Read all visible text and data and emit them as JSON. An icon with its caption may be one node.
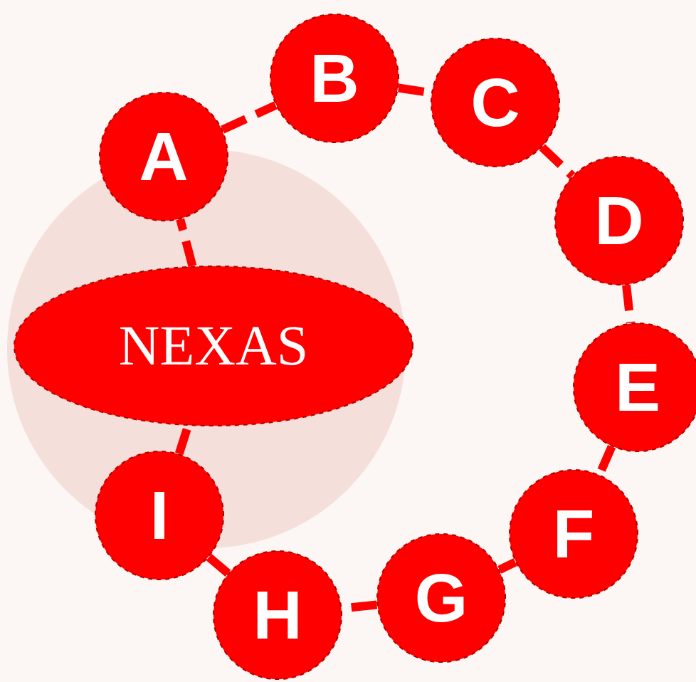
{
  "diagram": {
    "nodes": [
      {
        "text": [
          "NEXAS"
        ]
      },
      {
        "text": [
          "A"
        ]
      },
      {
        "text": [
          "B"
        ]
      },
      {
        "text": [
          "C"
        ]
      },
      {
        "text": [
          "D"
        ]
      },
      {
        "text": [
          "E"
        ]
      },
      {
        "text": [
          "F"
        ]
      },
      {
        "text": [
          "G"
        ]
      },
      {
        "text": [
          "H"
        ]
      },
      {
        "text": [
          "I"
        ]
      }
    ],
    "edges": [
      {
        "from": 0,
        "to": 1,
        "arrow": "none"
      },
      {
        "from": 1,
        "to": 2,
        "arrow": "none"
      },
      {
        "from": 2,
        "to": 3,
        "arrow": "none"
      },
      {
        "from": 3,
        "to": 4,
        "arrow": "none"
      },
      {
        "from": 4,
        "to": 5,
        "arrow": "none"
      },
      {
        "from": 5,
        "to": 6,
        "arrow": "none"
      },
      {
        "from": 6,
        "to": 7,
        "arrow": "none"
      },
      {
        "from": 7,
        "to": 8,
        "arrow": "none"
      },
      {
        "from": 8,
        "to": 9,
        "arrow": "none"
      },
      {
        "from": 9,
        "to": 0,
        "arrow": "none"
      }
    ]
  }
}
